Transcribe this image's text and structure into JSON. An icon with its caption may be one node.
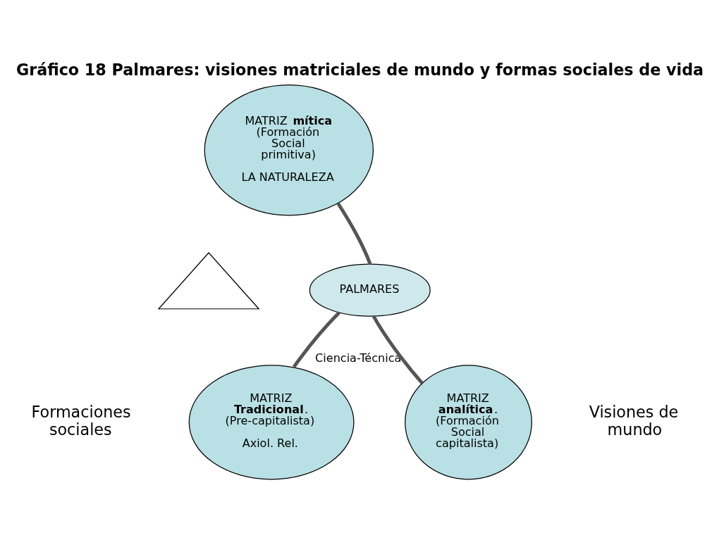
{
  "diagram": {
    "title": "Gráfico 18 Palmares: visiones matriciales de mundo y formas sociales de vida",
    "nodes": [
      {
        "text": [
          "MATRIZ **mítica** (Formación Social primitiva)",
          "LA NATURALEZA"
        ]
      },
      {
        "text": [],
        "shape": "triangle"
      },
      {
        "text": [
          "PALMARES"
        ]
      },
      {
        "text": [
          "MATRIZ **Tradicional**. (Pre-capitalista)",
          "Axiol. Rel."
        ]
      },
      {
        "text": [
          "MATRIZ **analítica**. (Formación Social capitalista)"
        ],
        "beside": [
          "Ciencia-Técnica"
        ]
      }
    ],
    "edges": [
      {
        "from": 2,
        "to": 0,
        "arrow": "none"
      },
      {
        "from": 2,
        "to": 3,
        "arrow": "none"
      },
      {
        "from": 2,
        "to": 4,
        "arrow": "none"
      }
    ],
    "labels": [
      "Formaciones sociales",
      "Visiones de mundo"
    ]
  }
}
